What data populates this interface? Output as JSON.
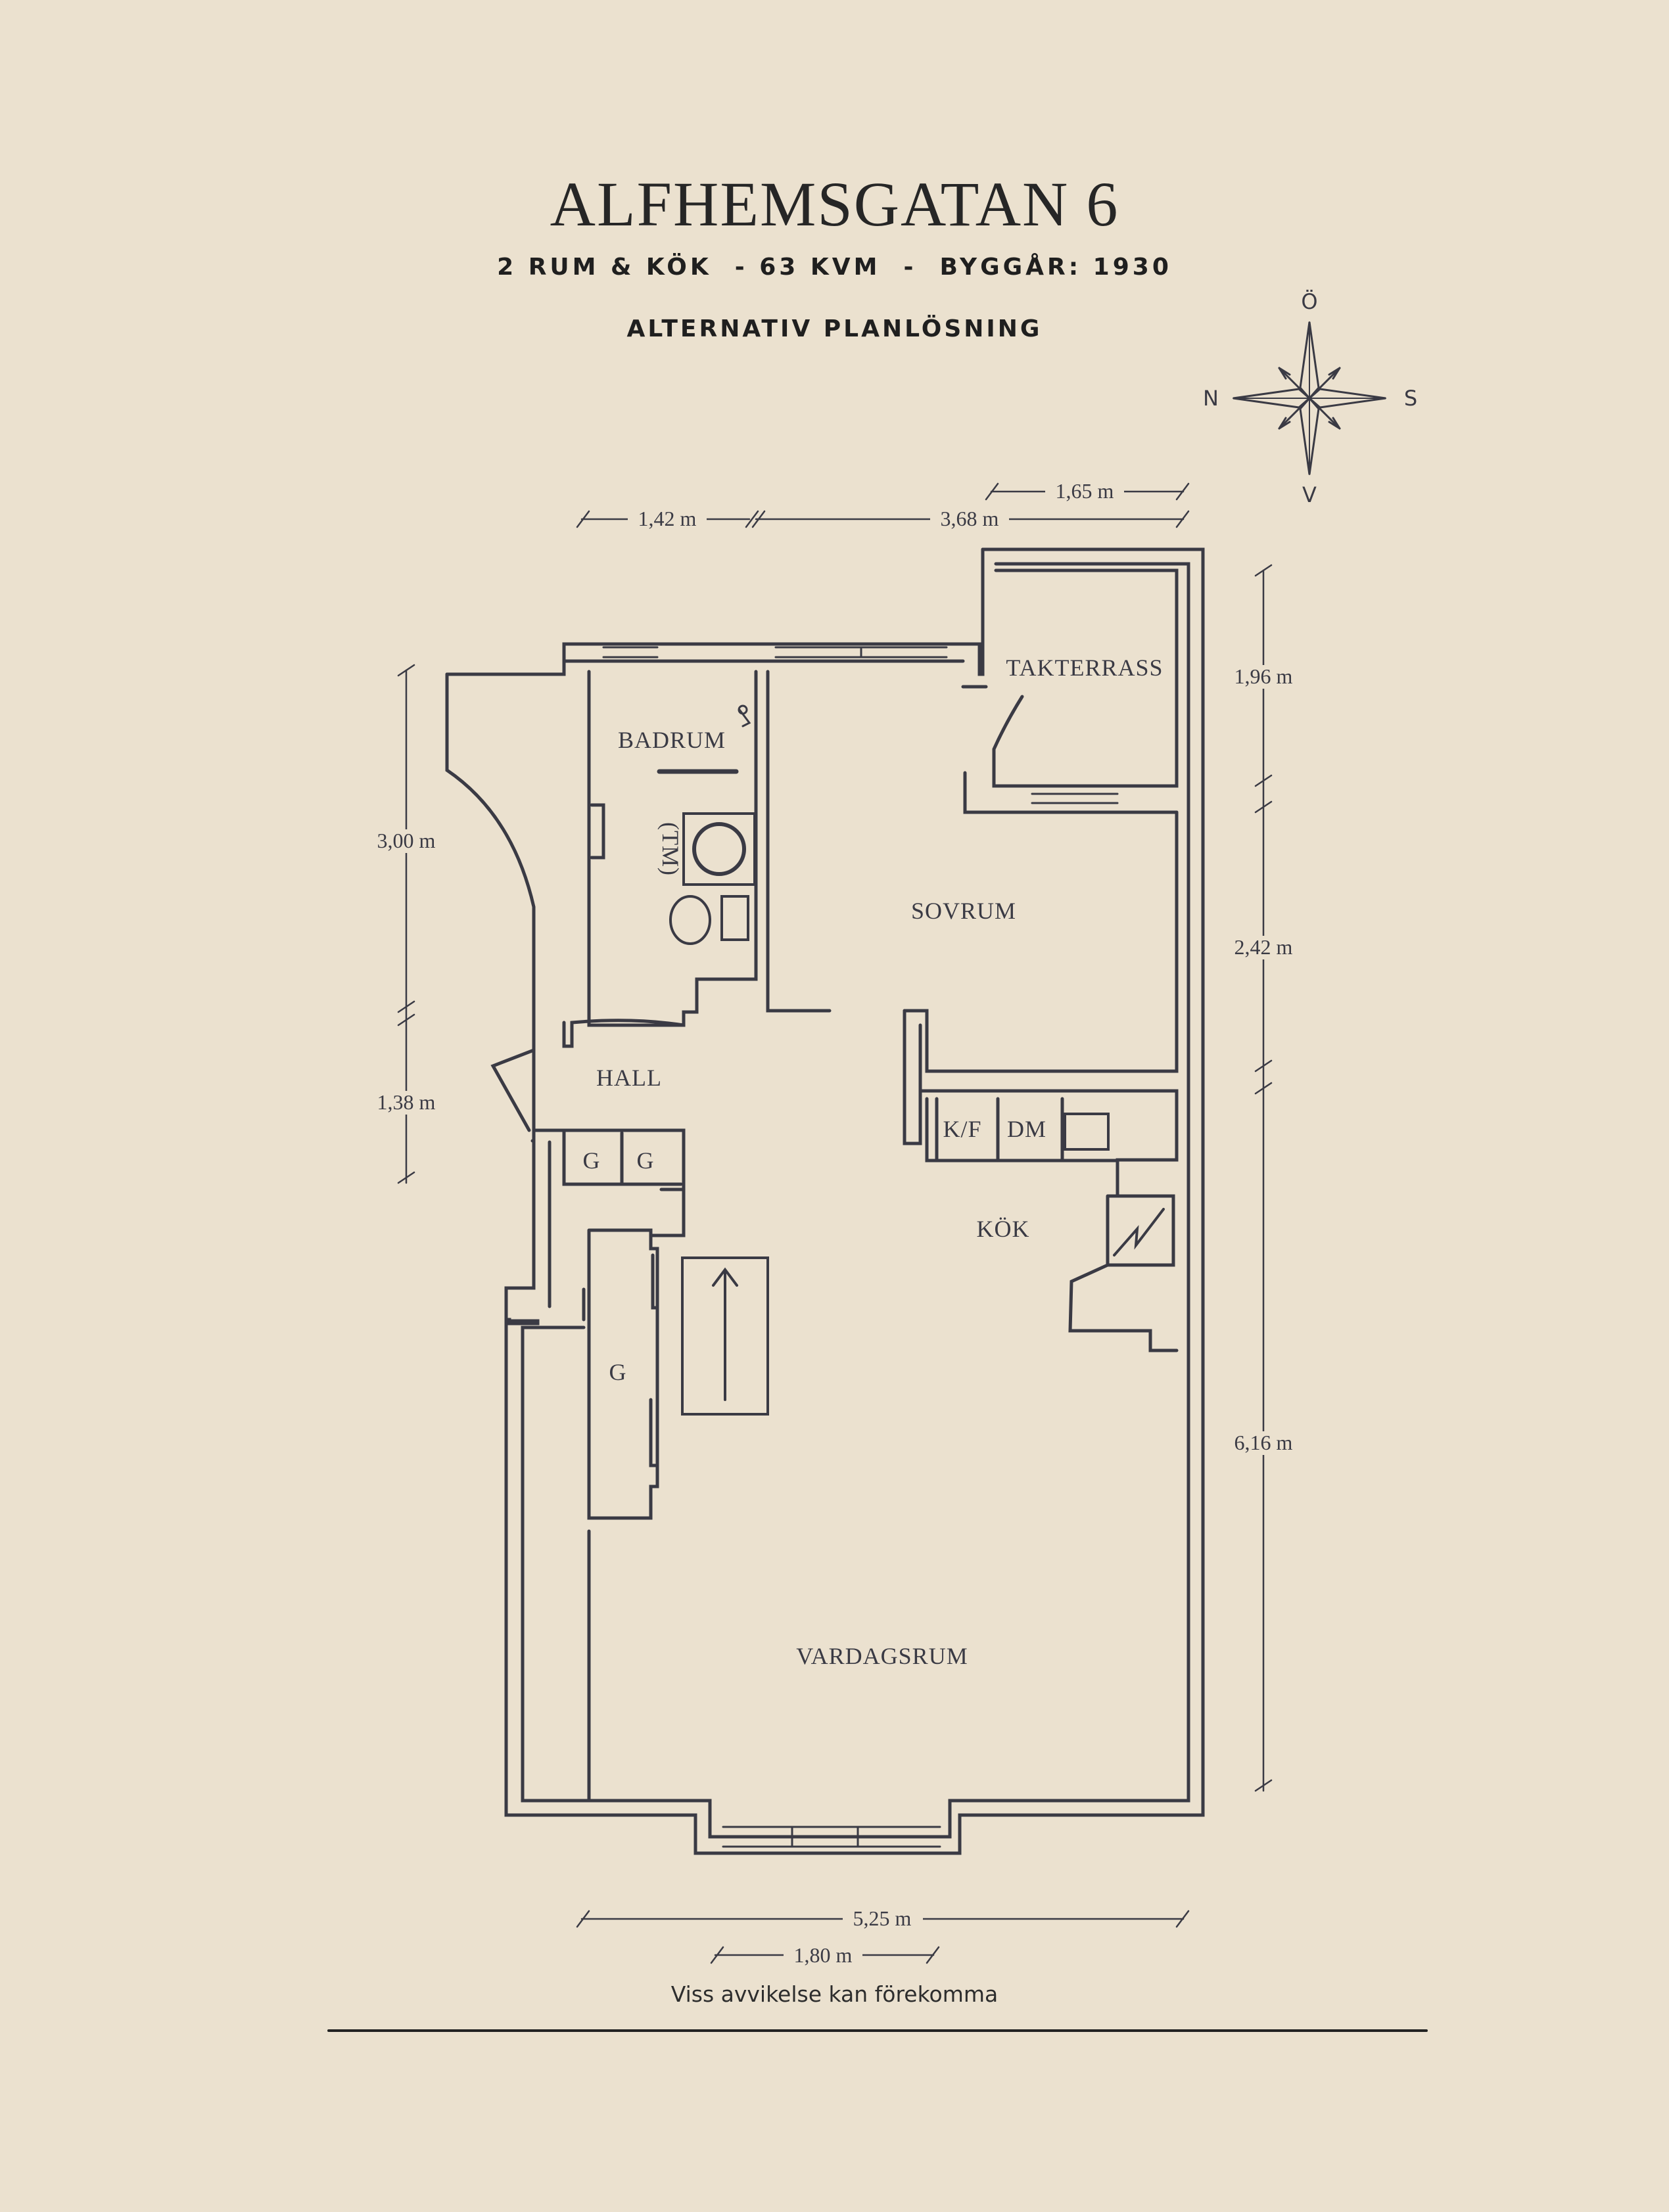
{
  "header": {
    "title": "ALFHEMSGATAN 6",
    "subtitle": "2 RUM & KÖK  - 63 KVM  -  BYGGÅR: 1930",
    "plan_type": "ALTERNATIV PLANLÖSNING"
  },
  "compass": {
    "north": "N",
    "east": "Ö",
    "south": "S",
    "west": "V"
  },
  "rooms": {
    "takterrass": "TAKTERRASS",
    "badrum": "BADRUM",
    "tm": "(TM)",
    "sovrum": "SOVRUM",
    "hall": "HALL",
    "kok": "KÖK",
    "kf": "K/F",
    "dm": "DM",
    "vardagsrum": "VARDAGSRUM",
    "g1": "G",
    "g2": "G",
    "g3": "G"
  },
  "dimensions": {
    "top_left": "1,42 m",
    "top_mid": "3,68 m",
    "top_right": "1,65 m",
    "right_1": "1,96 m",
    "right_2": "2,42 m",
    "right_3": "6,16 m",
    "left_1": "3,00 m",
    "left_2": "1,38 m",
    "bottom_1": "5,25 m",
    "bottom_2": "1,80 m"
  },
  "footer": {
    "note": "Viss avvikelse kan förekomma"
  },
  "colors": {
    "background": "#ebe1cf",
    "ink": "#3a3a44"
  }
}
